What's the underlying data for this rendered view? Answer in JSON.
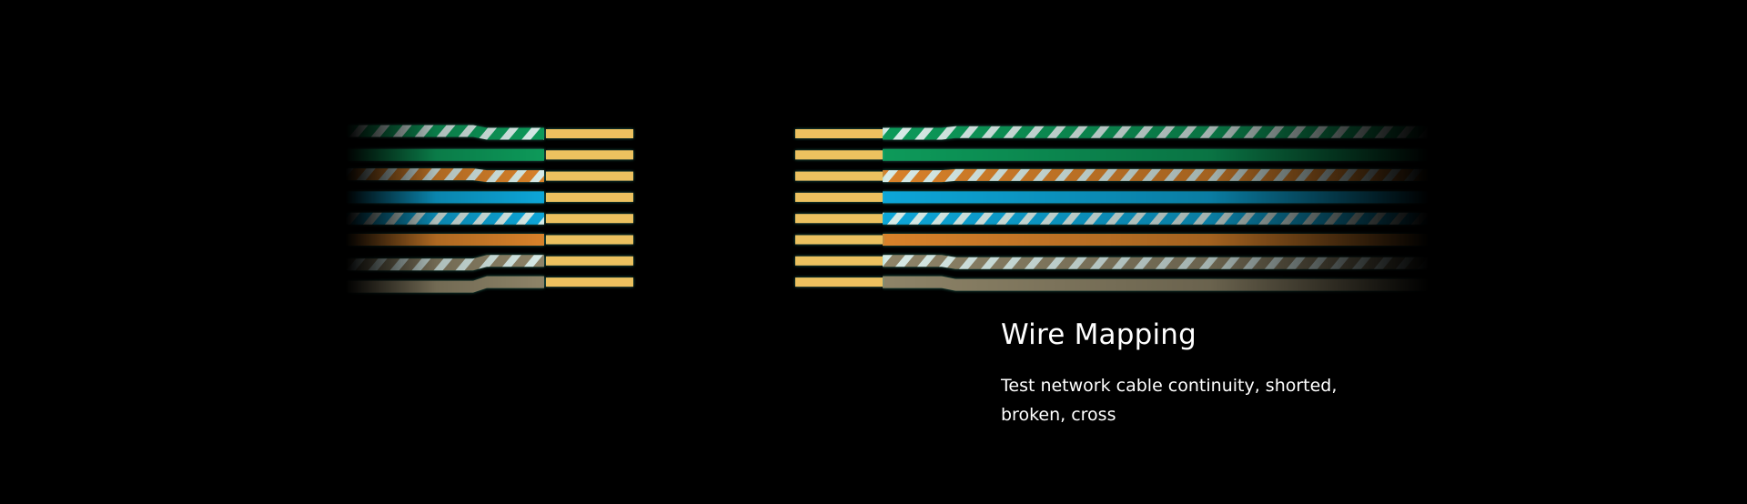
{
  "feature": {
    "title": "Wire Mapping",
    "description": "Test network cable continuity, shorted, broken, cross"
  },
  "colors": {
    "background": "#000000",
    "pin": "#ecc15f",
    "stripe": "#d8ece8"
  },
  "wires": [
    {
      "name": "green-white",
      "color": "#0a9a5a",
      "striped": true
    },
    {
      "name": "green",
      "color": "#0a9a5a",
      "striped": false
    },
    {
      "name": "orange-white",
      "color": "#d9822b",
      "striped": true
    },
    {
      "name": "blue",
      "color": "#0aa6d8",
      "striped": false
    },
    {
      "name": "blue-white",
      "color": "#0aa6d8",
      "striped": true
    },
    {
      "name": "orange",
      "color": "#d9822b",
      "striped": false
    },
    {
      "name": "brown-white",
      "color": "#8e8468",
      "striped": true
    },
    {
      "name": "brown",
      "color": "#8e8468",
      "striped": false
    }
  ]
}
